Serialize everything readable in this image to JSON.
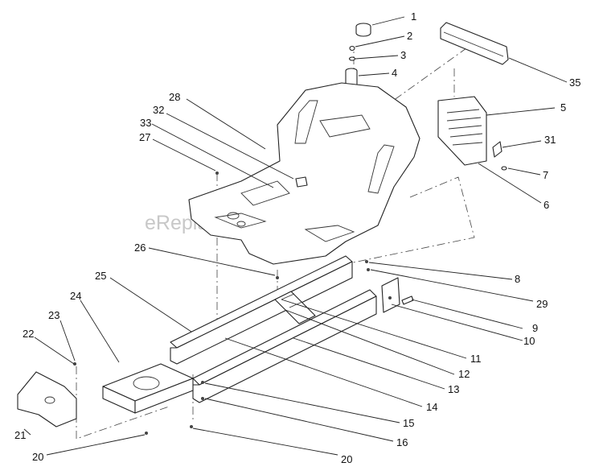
{
  "watermark": "eReplacementParts.com",
  "callouts": [
    {
      "id": "1",
      "label": "1"
    },
    {
      "id": "2",
      "label": "2"
    },
    {
      "id": "3",
      "label": "3"
    },
    {
      "id": "4",
      "label": "4"
    },
    {
      "id": "35",
      "label": "35"
    },
    {
      "id": "5",
      "label": "5"
    },
    {
      "id": "31",
      "label": "31"
    },
    {
      "id": "7",
      "label": "7"
    },
    {
      "id": "6",
      "label": "6"
    },
    {
      "id": "28",
      "label": "28"
    },
    {
      "id": "32",
      "label": "32"
    },
    {
      "id": "33",
      "label": "33"
    },
    {
      "id": "27",
      "label": "27"
    },
    {
      "id": "26",
      "label": "26"
    },
    {
      "id": "8",
      "label": "8"
    },
    {
      "id": "29",
      "label": "29"
    },
    {
      "id": "25",
      "label": "25"
    },
    {
      "id": "9",
      "label": "9"
    },
    {
      "id": "10",
      "label": "10"
    },
    {
      "id": "11",
      "label": "11"
    },
    {
      "id": "12",
      "label": "12"
    },
    {
      "id": "13",
      "label": "13"
    },
    {
      "id": "14",
      "label": "14"
    },
    {
      "id": "15",
      "label": "15"
    },
    {
      "id": "16",
      "label": "16"
    },
    {
      "id": "24",
      "label": "24"
    },
    {
      "id": "23",
      "label": "23"
    },
    {
      "id": "22",
      "label": "22"
    },
    {
      "id": "21",
      "label": "21"
    },
    {
      "id": "20a",
      "label": "20"
    },
    {
      "id": "20b",
      "label": "20"
    }
  ]
}
